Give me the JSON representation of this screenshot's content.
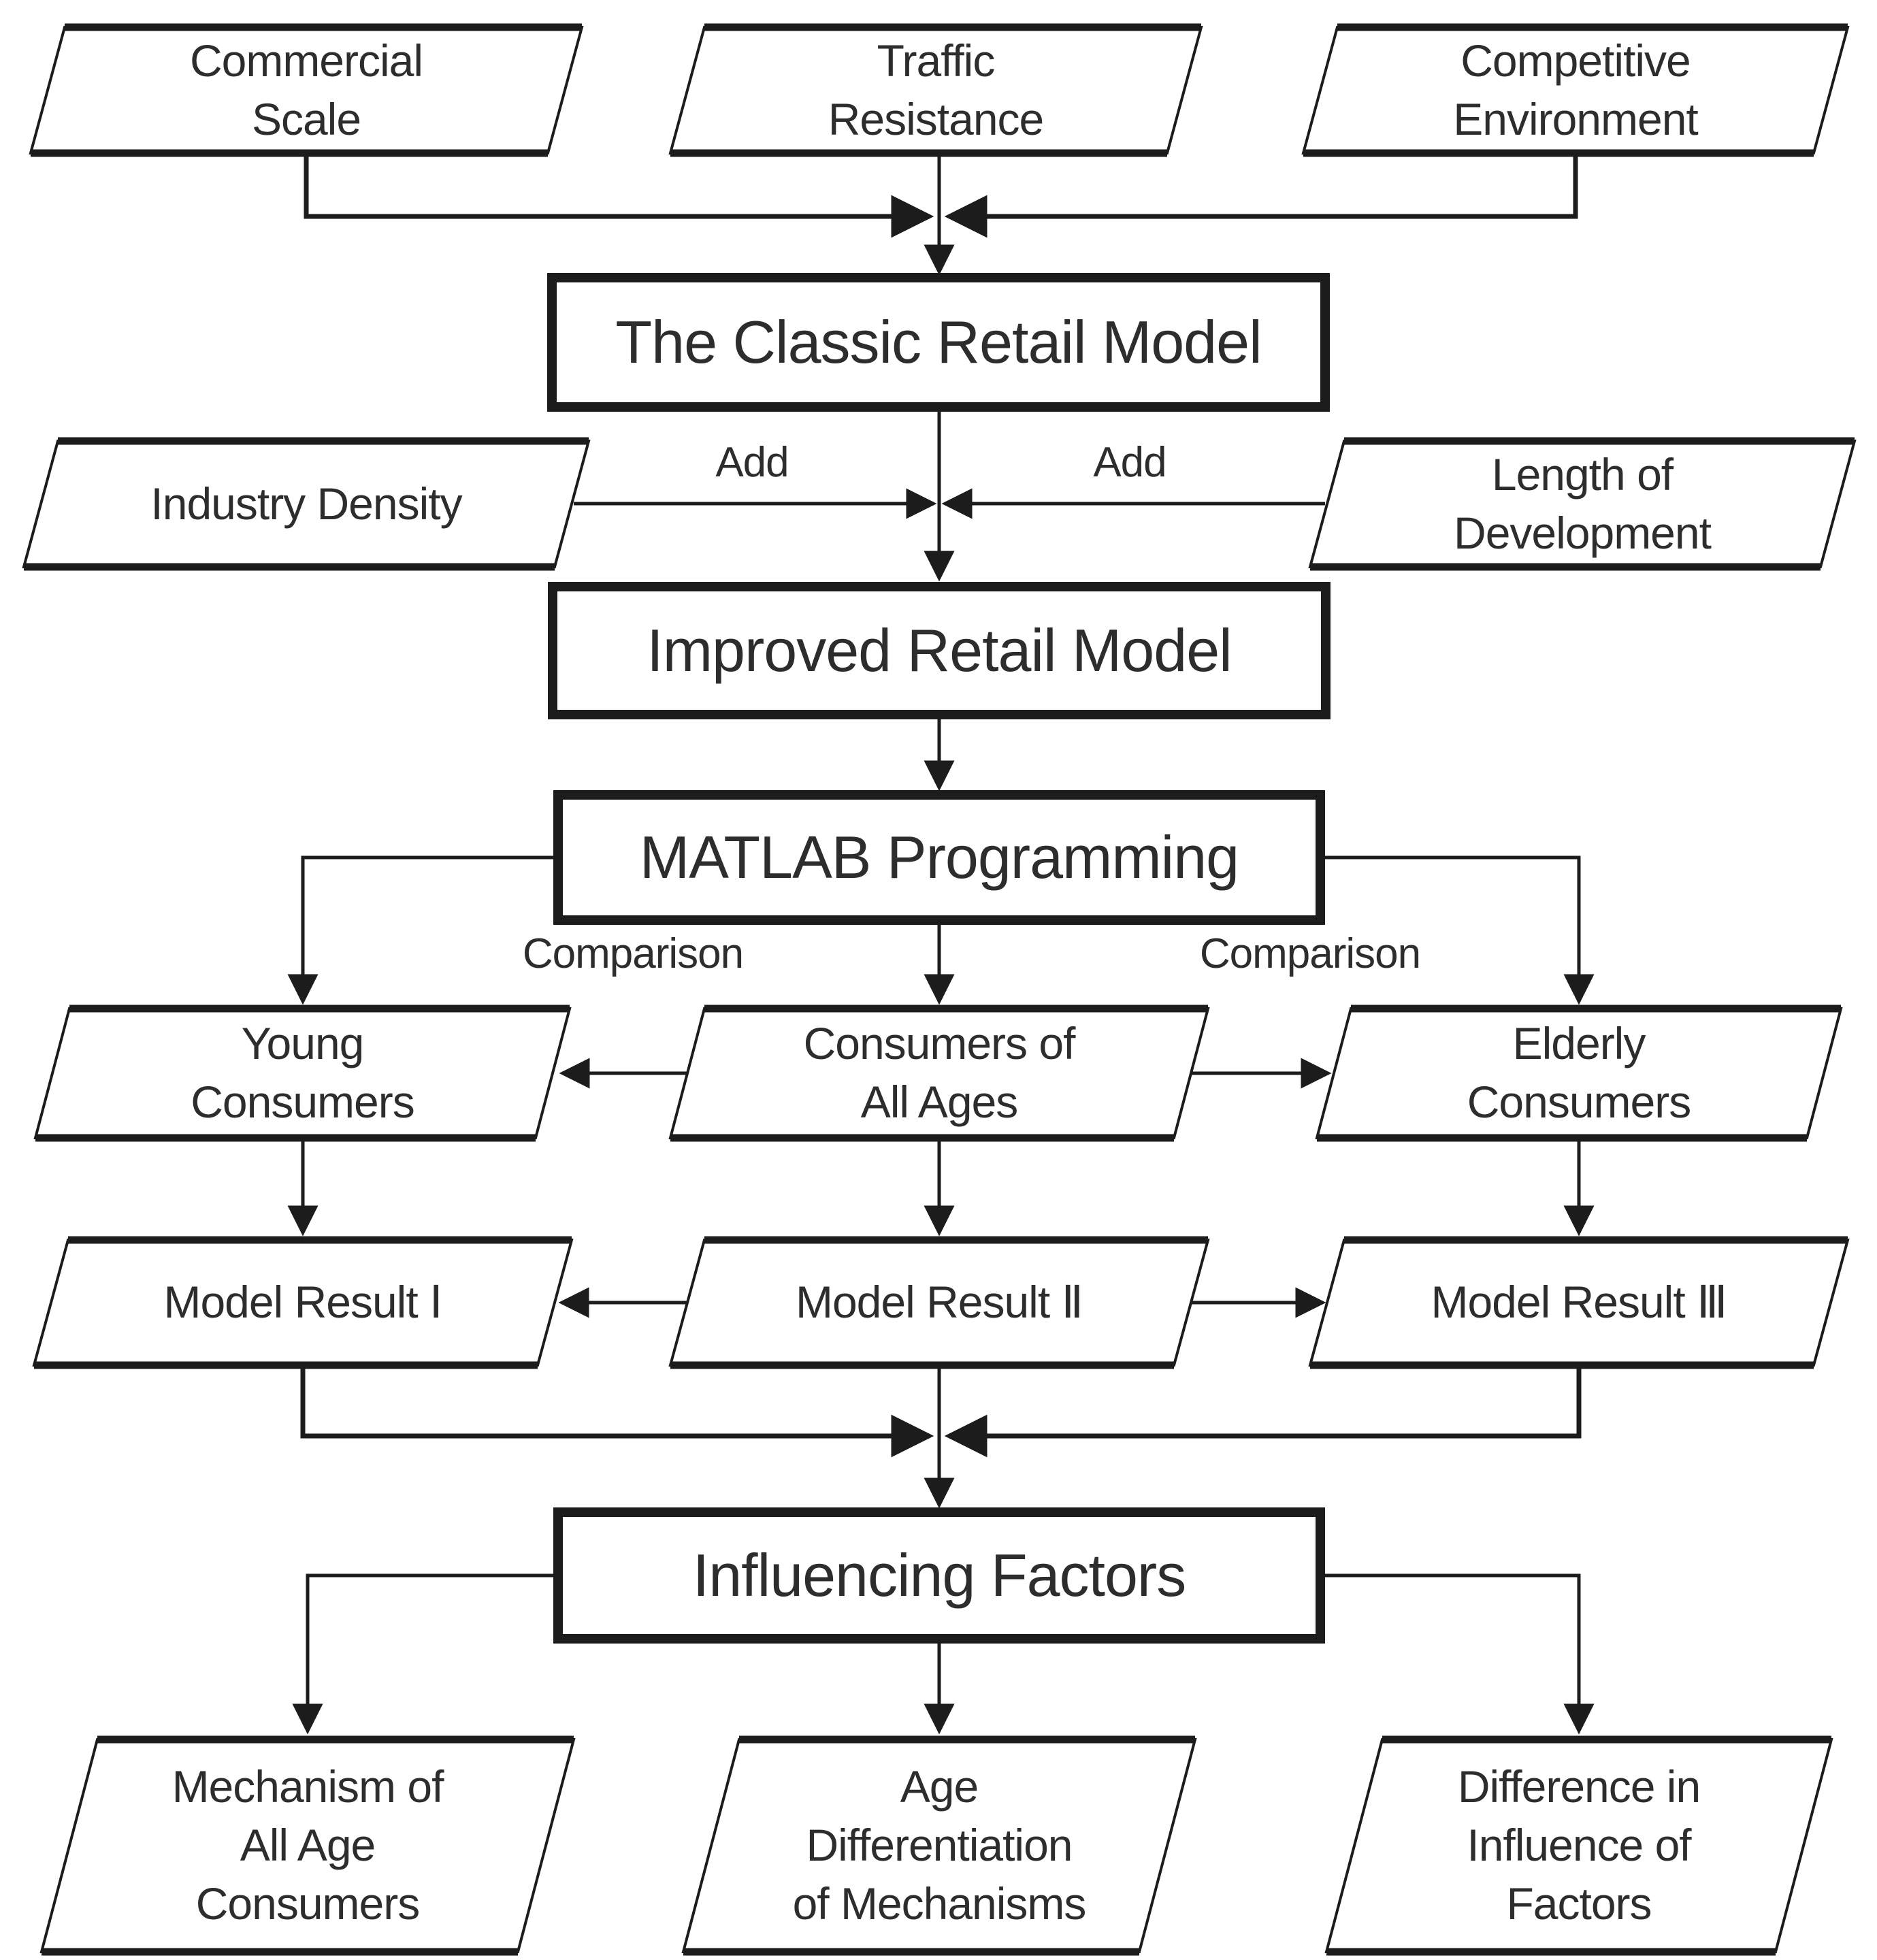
{
  "diagram": {
    "colors": {
      "background": "#ffffff",
      "line": "#1c1c1c",
      "text": "#2d2d2d"
    },
    "nodes": {
      "commercial_scale": {
        "label": "Commercial\nScale",
        "shape": "parallelogram"
      },
      "traffic_resistance": {
        "label": "Traffic\nResistance",
        "shape": "parallelogram"
      },
      "competitive_environment": {
        "label": "Competitive\nEnvironment",
        "shape": "parallelogram"
      },
      "classic_retail_model": {
        "label": "The Classic Retail Model",
        "shape": "process"
      },
      "industry_density": {
        "label": "Industry Density",
        "shape": "parallelogram"
      },
      "length_of_development": {
        "label": "Length of\nDevelopment",
        "shape": "parallelogram"
      },
      "improved_retail_model": {
        "label": "Improved Retail Model",
        "shape": "process"
      },
      "matlab_programming": {
        "label": "MATLAB Programming",
        "shape": "process"
      },
      "young_consumers": {
        "label": "Young\nConsumers",
        "shape": "parallelogram"
      },
      "consumers_of_all_ages": {
        "label": "Consumers of\nAll Ages",
        "shape": "parallelogram"
      },
      "elderly_consumers": {
        "label": "Elderly\nConsumers",
        "shape": "parallelogram"
      },
      "model_result_1": {
        "label": "Model Result Ⅰ",
        "shape": "parallelogram"
      },
      "model_result_2": {
        "label": "Model Result Ⅱ",
        "shape": "parallelogram"
      },
      "model_result_3": {
        "label": "Model Result Ⅲ",
        "shape": "parallelogram"
      },
      "influencing_factors": {
        "label": "Influencing Factors",
        "shape": "process"
      },
      "mechanism_of_all_age_consumers": {
        "label": "Mechanism of\nAll Age\nConsumers",
        "shape": "parallelogram"
      },
      "age_differentiation_of_mechanisms": {
        "label": "Age\nDifferentiation\nof Mechanisms",
        "shape": "parallelogram"
      },
      "difference_in_influence_of_factors": {
        "label": "Difference in\nInfluence of\nFactors",
        "shape": "parallelogram"
      }
    },
    "edge_labels": {
      "add_left": "Add",
      "add_right": "Add",
      "comparison_left": "Comparison",
      "comparison_right": "Comparison"
    }
  }
}
